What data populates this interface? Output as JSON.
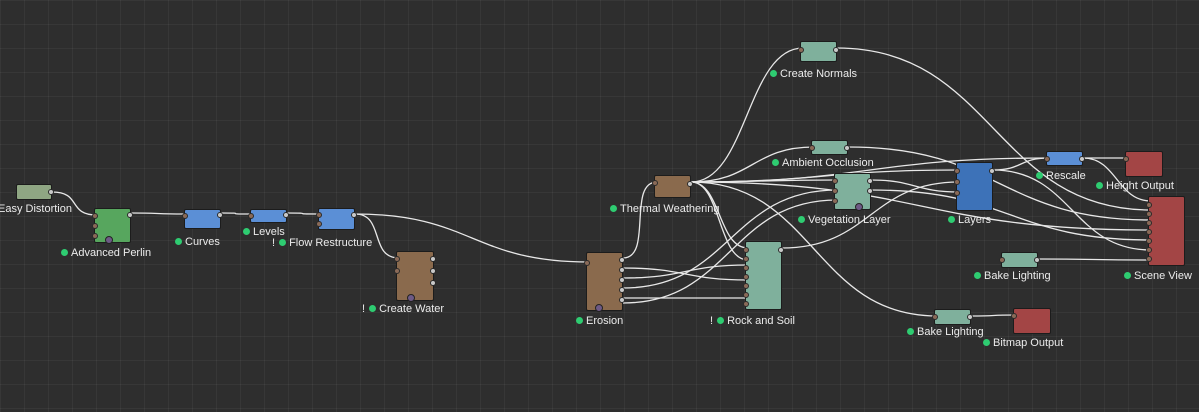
{
  "colors": {
    "background": "#2e2e2e",
    "wire": "#e8e8e8",
    "status_dot": "#2ecc71",
    "node_sage": "#8fa683",
    "node_green": "#57a65e",
    "node_blue": "#5b8fd6",
    "node_brown": "#8a6a4d",
    "node_teal": "#7fb09c",
    "node_layers_blue": "#3d72b8",
    "node_red": "#a34545"
  },
  "nodes": {
    "easy_distortion": {
      "label": "Easy Distortion"
    },
    "advanced_perlin": {
      "label": "Advanced Perlin"
    },
    "curves": {
      "label": "Curves"
    },
    "levels": {
      "label": "Levels"
    },
    "flow_restructure": {
      "label": "Flow Restructure",
      "warning": "!"
    },
    "create_water": {
      "label": "Create Water",
      "warning": "!"
    },
    "erosion": {
      "label": "Erosion"
    },
    "thermal_weathering": {
      "label": "Thermal Weathering"
    },
    "rock_and_soil": {
      "label": "Rock and Soil",
      "warning": "!"
    },
    "create_normals": {
      "label": "Create Normals"
    },
    "ambient_occlusion": {
      "label": "Ambient Occlusion"
    },
    "vegetation_layer": {
      "label": "Vegetation Layer"
    },
    "layers": {
      "label": "Layers"
    },
    "rescale": {
      "label": "Rescale"
    },
    "height_output": {
      "label": "Height Output"
    },
    "bake_lighting_1": {
      "label": "Bake Lighting"
    },
    "scene_view": {
      "label": "Scene View"
    },
    "bake_lighting_2": {
      "label": "Bake Lighting"
    },
    "bitmap_output": {
      "label": "Bitmap Output"
    }
  }
}
